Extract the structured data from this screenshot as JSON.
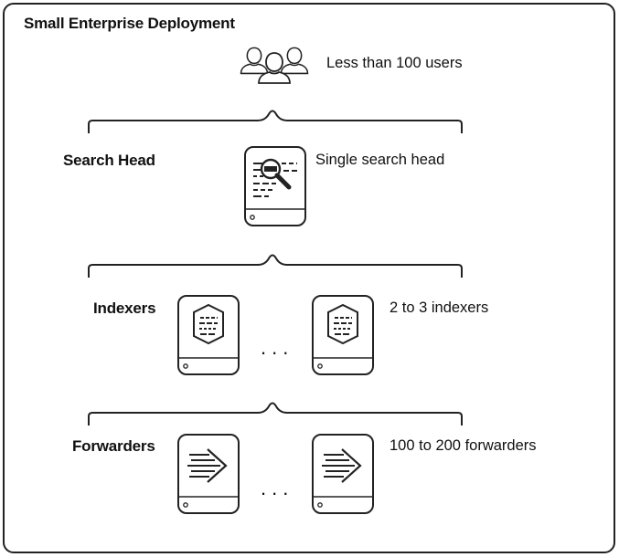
{
  "title": "Small Enterprise Deployment",
  "users": {
    "label": "Less than 100 users",
    "icon": "users-group-icon"
  },
  "search_head": {
    "left_label": "Search Head",
    "right_label": "Single search head",
    "icon": "search-document-server-icon"
  },
  "indexers": {
    "left_label": "Indexers",
    "right_label": "2 to 3 indexers",
    "icon": "indexer-server-icon",
    "ellipsis": "..."
  },
  "forwarders": {
    "left_label": "Forwarders",
    "right_label": "100 to 200 forwarders",
    "icon": "forwarder-server-icon",
    "ellipsis": "..."
  },
  "colors": {
    "stroke": "#222222",
    "background": "#ffffff"
  }
}
